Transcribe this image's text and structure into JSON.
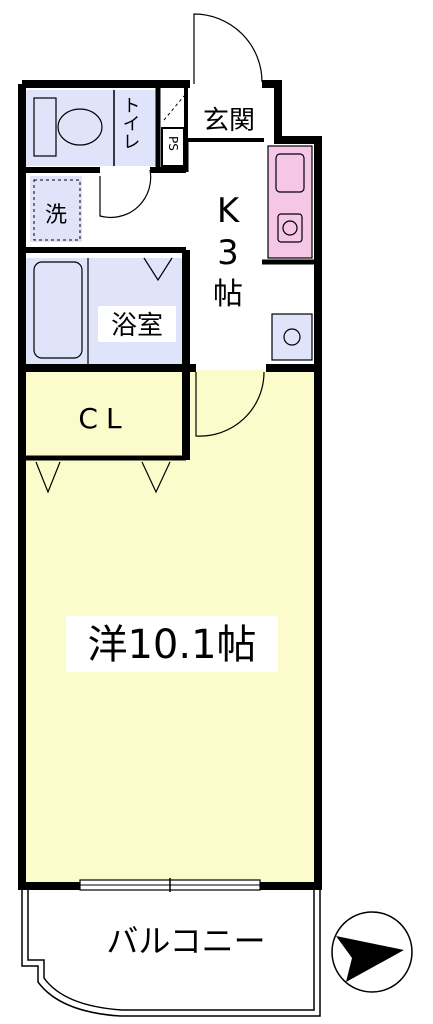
{
  "rooms": {
    "toilet": "トイレ",
    "ps": "PS",
    "entrance": "玄関",
    "washer": "洗",
    "kitchen_k": "K",
    "kitchen_size": "3",
    "kitchen_unit": "帖",
    "bathroom": "浴室",
    "closet": "CL",
    "western_room": "洋10.1帖",
    "balcony": "バルコニー"
  },
  "colors": {
    "wall": "#000000",
    "wet_area": "#dfe4fb",
    "main_room": "#fbfbcb",
    "kitchen_sink": "#f6c6e6",
    "floor": "#ffffff"
  },
  "compass": {
    "icon": "north-arrow-icon"
  }
}
